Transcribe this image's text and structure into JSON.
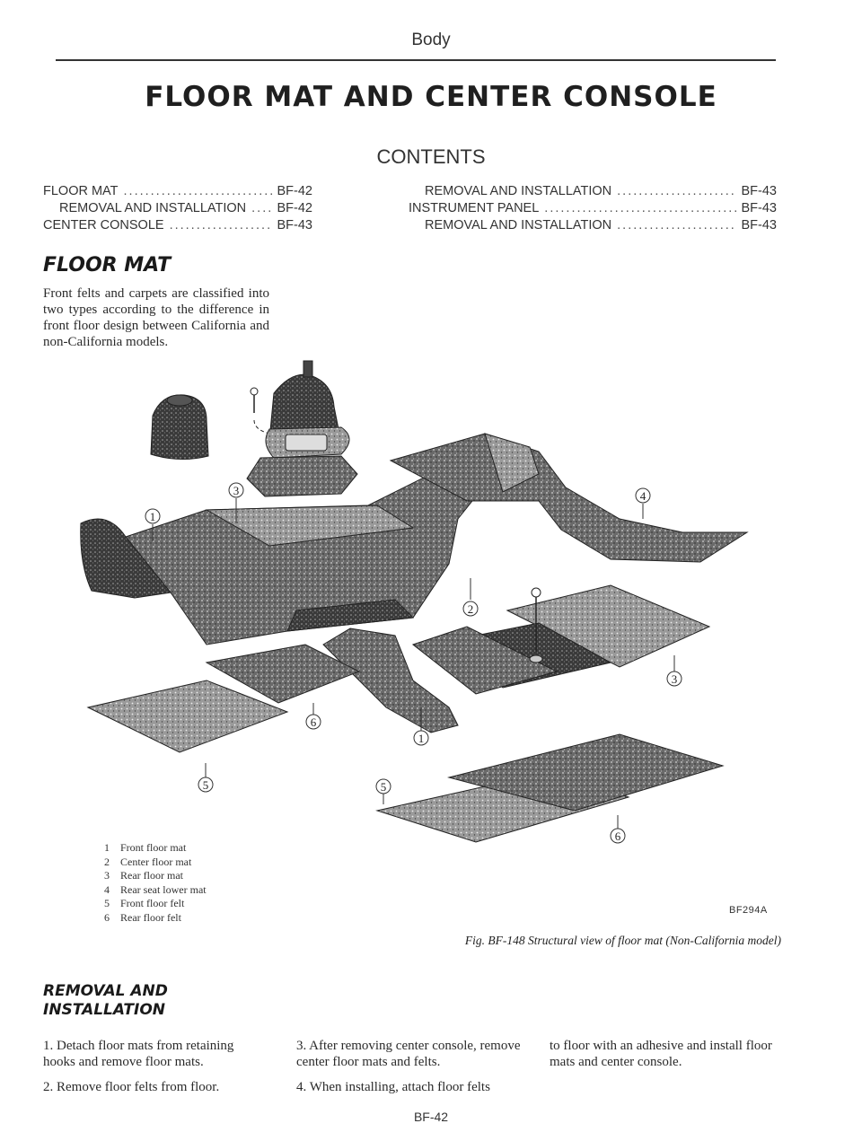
{
  "header": {
    "section": "Body"
  },
  "title": "FLOOR MAT AND CENTER CONSOLE",
  "contents": {
    "heading": "CONTENTS",
    "left": [
      {
        "label": "FLOOR MAT",
        "page": "BF-42",
        "indent": false
      },
      {
        "label": "REMOVAL AND INSTALLATION",
        "page": "BF-42",
        "indent": true
      },
      {
        "label": "CENTER CONSOLE",
        "page": "BF-43",
        "indent": false
      }
    ],
    "right": [
      {
        "label": "REMOVAL AND INSTALLATION",
        "page": "BF-43",
        "indent": true
      },
      {
        "label": "INSTRUMENT PANEL",
        "page": "BF-43",
        "indent": false
      },
      {
        "label": "REMOVAL AND INSTALLATION",
        "page": "BF-43",
        "indent": true
      }
    ]
  },
  "floor_mat": {
    "heading": "FLOOR MAT",
    "intro": "Front felts and carpets are classified into two types according to the difference in front floor design between California and non-California models."
  },
  "figure": {
    "callouts": [
      "1",
      "2",
      "3",
      "4",
      "5",
      "6"
    ],
    "legend": [
      {
        "num": "1",
        "label": "Front floor mat"
      },
      {
        "num": "2",
        "label": "Center floor mat"
      },
      {
        "num": "3",
        "label": "Rear floor mat"
      },
      {
        "num": "4",
        "label": "Rear seat lower mat"
      },
      {
        "num": "5",
        "label": "Front floor felt"
      },
      {
        "num": "6",
        "label": "Rear floor felt"
      }
    ],
    "code": "BF294A",
    "caption": "Fig. BF-148  Structural view of floor mat (Non-California model)"
  },
  "removal": {
    "heading_line1": "REMOVAL AND",
    "heading_line2": "INSTALLATION",
    "steps": [
      "1.  Detach floor mats from retaining hooks and remove floor mats.",
      "2.  Remove floor felts from floor.",
      "3.  After removing center console, remove center floor mats and felts.",
      "4.  When installing, attach floor felts",
      "to floor with an adhesive and install floor mats and center console."
    ]
  },
  "footer": {
    "page": "BF-42"
  }
}
